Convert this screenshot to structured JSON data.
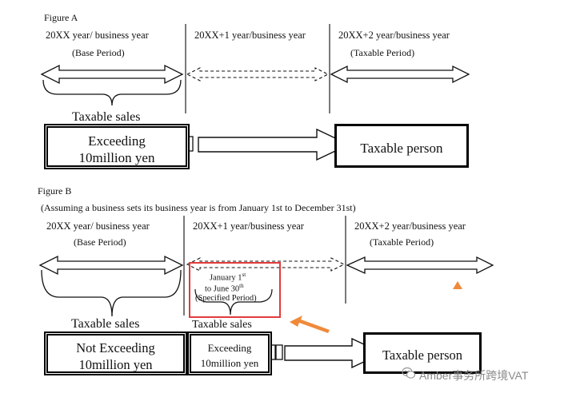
{
  "figure_a": {
    "label": "Figure A",
    "periods": [
      {
        "title": "20XX year/ business year",
        "sub": "(Base Period)"
      },
      {
        "title": "20XX+1 year/business year",
        "sub": ""
      },
      {
        "title": "20XX+2 year/business year",
        "sub": "(Taxable Period)"
      }
    ],
    "taxable_sales": "Taxable sales",
    "exceeding_box": {
      "line1": "Exceeding",
      "line2": "10million yen"
    },
    "result_box": "Taxable person"
  },
  "figure_b": {
    "label": "Figure B",
    "note": "(Assuming a business sets its business year is from January 1st to December 31st)",
    "periods": [
      {
        "title": "20XX year/ business year",
        "sub": "(Base Period)"
      },
      {
        "title": "20XX+1 year/business year",
        "sub": ""
      },
      {
        "title": "20XX+2 year/business year",
        "sub": "(Taxable Period)"
      }
    ],
    "specified_period": {
      "line1": "January 1",
      "line1_sup": "st",
      "line2": "to June 30",
      "line2_sup": "th",
      "line3": "(Specified Period)"
    },
    "taxable_sales_left": "Taxable sales",
    "taxable_sales_right": "Taxable sales",
    "not_exceeding_box": {
      "line1": "Not Exceeding",
      "line2": "10million yen"
    },
    "exceeding_box": {
      "line1": "Exceeding",
      "line2": "10million yen"
    },
    "result_box": "Taxable person"
  },
  "watermark": {
    "text": "Amber事务所跨境VAT",
    "icon": "wechat-icon"
  },
  "colors": {
    "highlight": "#e23b3b",
    "accent_arrow": "#f08a3a"
  }
}
